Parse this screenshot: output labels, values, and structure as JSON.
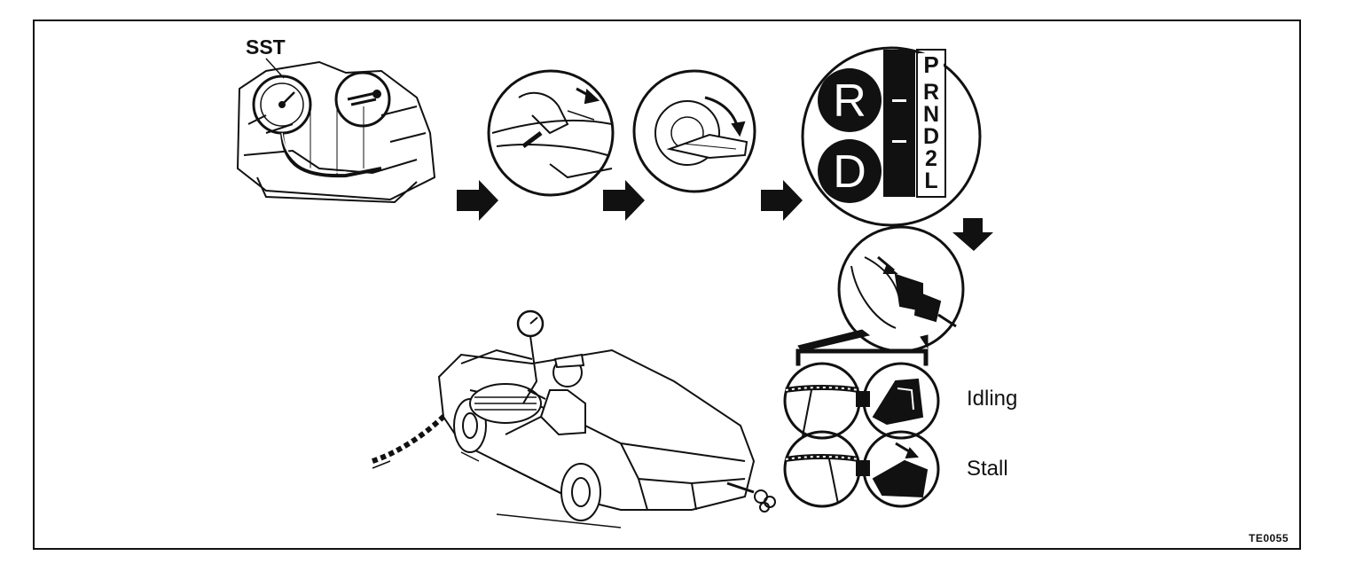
{
  "labels": {
    "sst": "SST",
    "idling": "Idling",
    "stall": "Stall",
    "figure_code": "TE0055"
  },
  "shift": {
    "r": "R",
    "d": "D",
    "strip_top": "P",
    "strip_bottom": "RND2L"
  }
}
